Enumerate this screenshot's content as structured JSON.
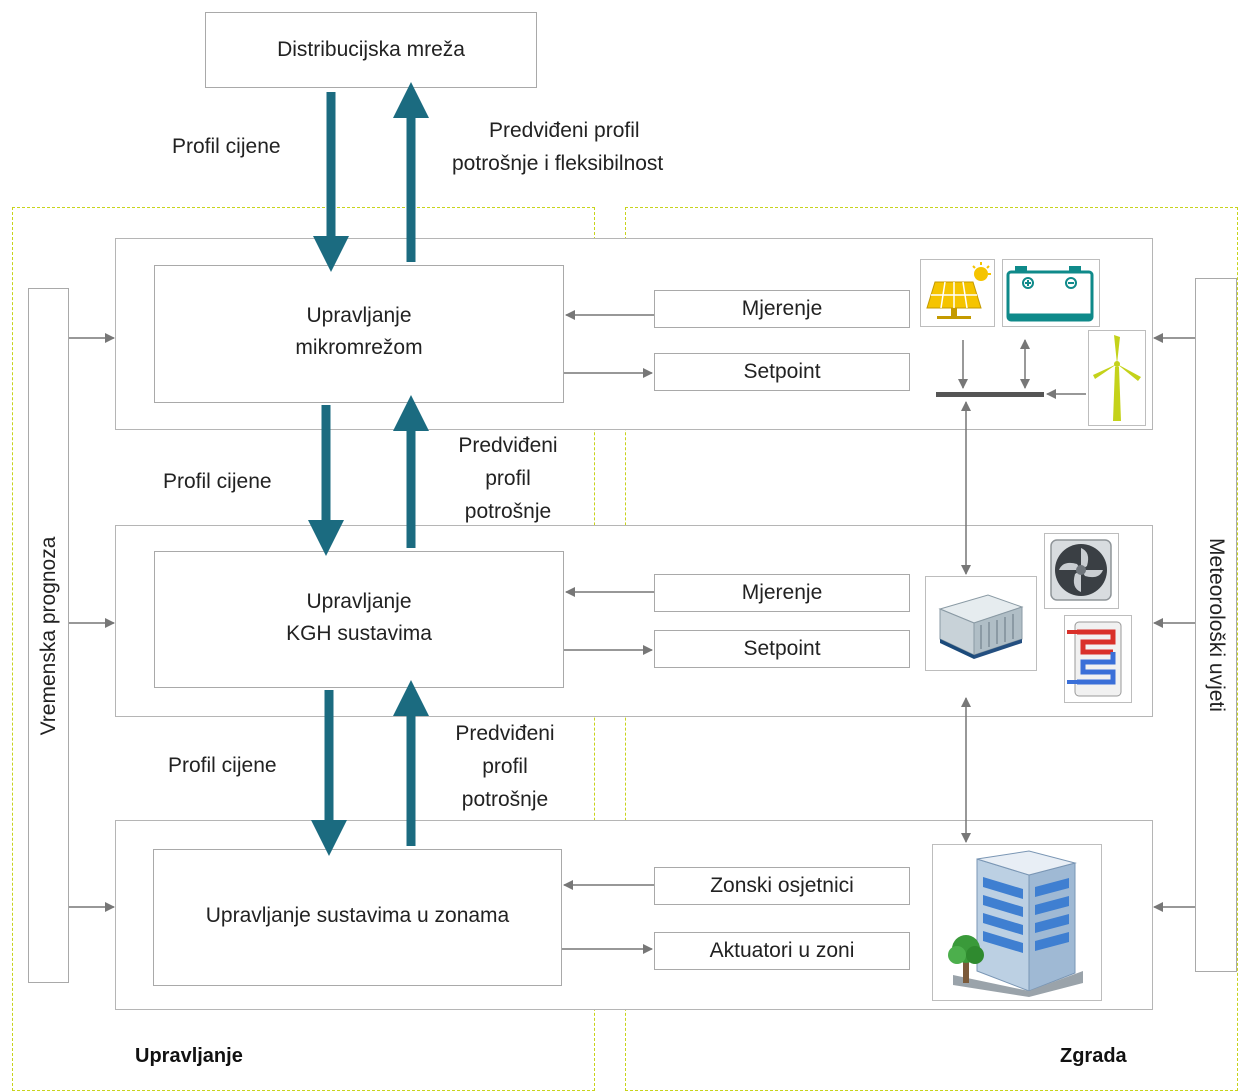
{
  "grid_label": "Distribucijska mreža",
  "edge_labels": {
    "price_top": "Profil cijene",
    "forecast_top_line1": "Predviđeni profil",
    "forecast_top_line2": "potrošnje i fleksibilnost",
    "price_mid": "Profil cijene",
    "forecast_mid": [
      "Predviđeni",
      "profil",
      "potrošnje"
    ],
    "price_low": "Profil cijene",
    "forecast_low": [
      "Predviđeni",
      "profil",
      "potrošnje"
    ]
  },
  "controllers": {
    "microgrid": [
      "Upravljanje",
      "mikromrežom"
    ],
    "hvac": [
      "Upravljanje",
      "KGH sustavima"
    ],
    "zones": "Upravljanje sustavima u zonama"
  },
  "signals": {
    "microgrid_measure": "Mjerenje",
    "microgrid_setpoint": "Setpoint",
    "hvac_measure": "Mjerenje",
    "hvac_setpoint": "Setpoint",
    "zone_sensors": "Zonski osjetnici",
    "zone_actuators": "Aktuatori u zoni"
  },
  "side_inputs": {
    "weather_forecast": "Vremenska prognoza",
    "meteo_conditions": "Meteorološki uvjeti"
  },
  "regions": {
    "control": "Upravljanje",
    "building": "Zgrada"
  },
  "icons": [
    "solar-panel-icon",
    "battery-icon",
    "wind-turbine-icon",
    "bus-bar-icon",
    "chiller-unit-icon",
    "fan-icon",
    "heat-exchanger-icon",
    "office-building-icon"
  ],
  "colors": {
    "teal_arrow": "#1b6b80",
    "gray_arrow": "#777777",
    "dashed_region": "#c8d41c",
    "solar_yellow": "#f5c400",
    "battery_teal": "#0f8a8a",
    "wind_green": "#c4d21a"
  }
}
